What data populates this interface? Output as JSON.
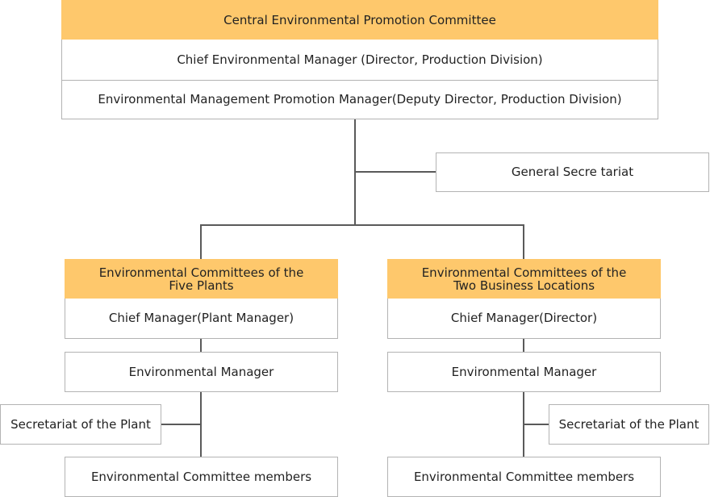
{
  "central": {
    "title": "Central Environmental Promotion Committee",
    "chief": "Chief Environmental Manager (Director, Production Division)",
    "promotion_manager": "Environmental Management Promotion Manager(Deputy Director, Production Division)"
  },
  "general_secretariat": "General Secre tariat",
  "five_plants": {
    "title": "Environmental Committees of the\nFive Plants",
    "chief": "Chief Manager(Plant Manager)",
    "env_manager": "Environmental Manager",
    "secretariat": "Secretariat of the Plant",
    "members": "Environmental Committee members"
  },
  "two_locations": {
    "title": "Environmental Committees of the\nTwo Business Locations",
    "chief": "Chief Manager(Director)",
    "env_manager": "Environmental Manager",
    "secretariat": "Secretariat of the Plant",
    "members": "Environmental Committee members"
  },
  "colors": {
    "header_fill": "#fec86c",
    "border": "#b3b3b3",
    "connector": "#5a5a5a"
  }
}
